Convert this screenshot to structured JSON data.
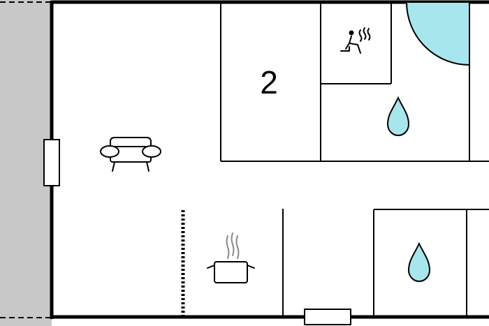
{
  "floorplan": {
    "rooms": [
      {
        "id": "living-room",
        "icon": "sofa-icon"
      },
      {
        "id": "bedroom",
        "label": "2"
      },
      {
        "id": "sauna",
        "icon": "sauna-icon"
      },
      {
        "id": "bathroom-upper",
        "icon": "water-drop-icon"
      },
      {
        "id": "kitchen",
        "icon": "cooking-pot-icon"
      },
      {
        "id": "bathroom-lower",
        "icon": "water-drop-icon"
      }
    ],
    "colors": {
      "wall": "#000000",
      "terrace": "#c8c8c8",
      "water": "#a8e6ee",
      "pool": "#a8e6ee",
      "background": "#ffffff"
    }
  }
}
